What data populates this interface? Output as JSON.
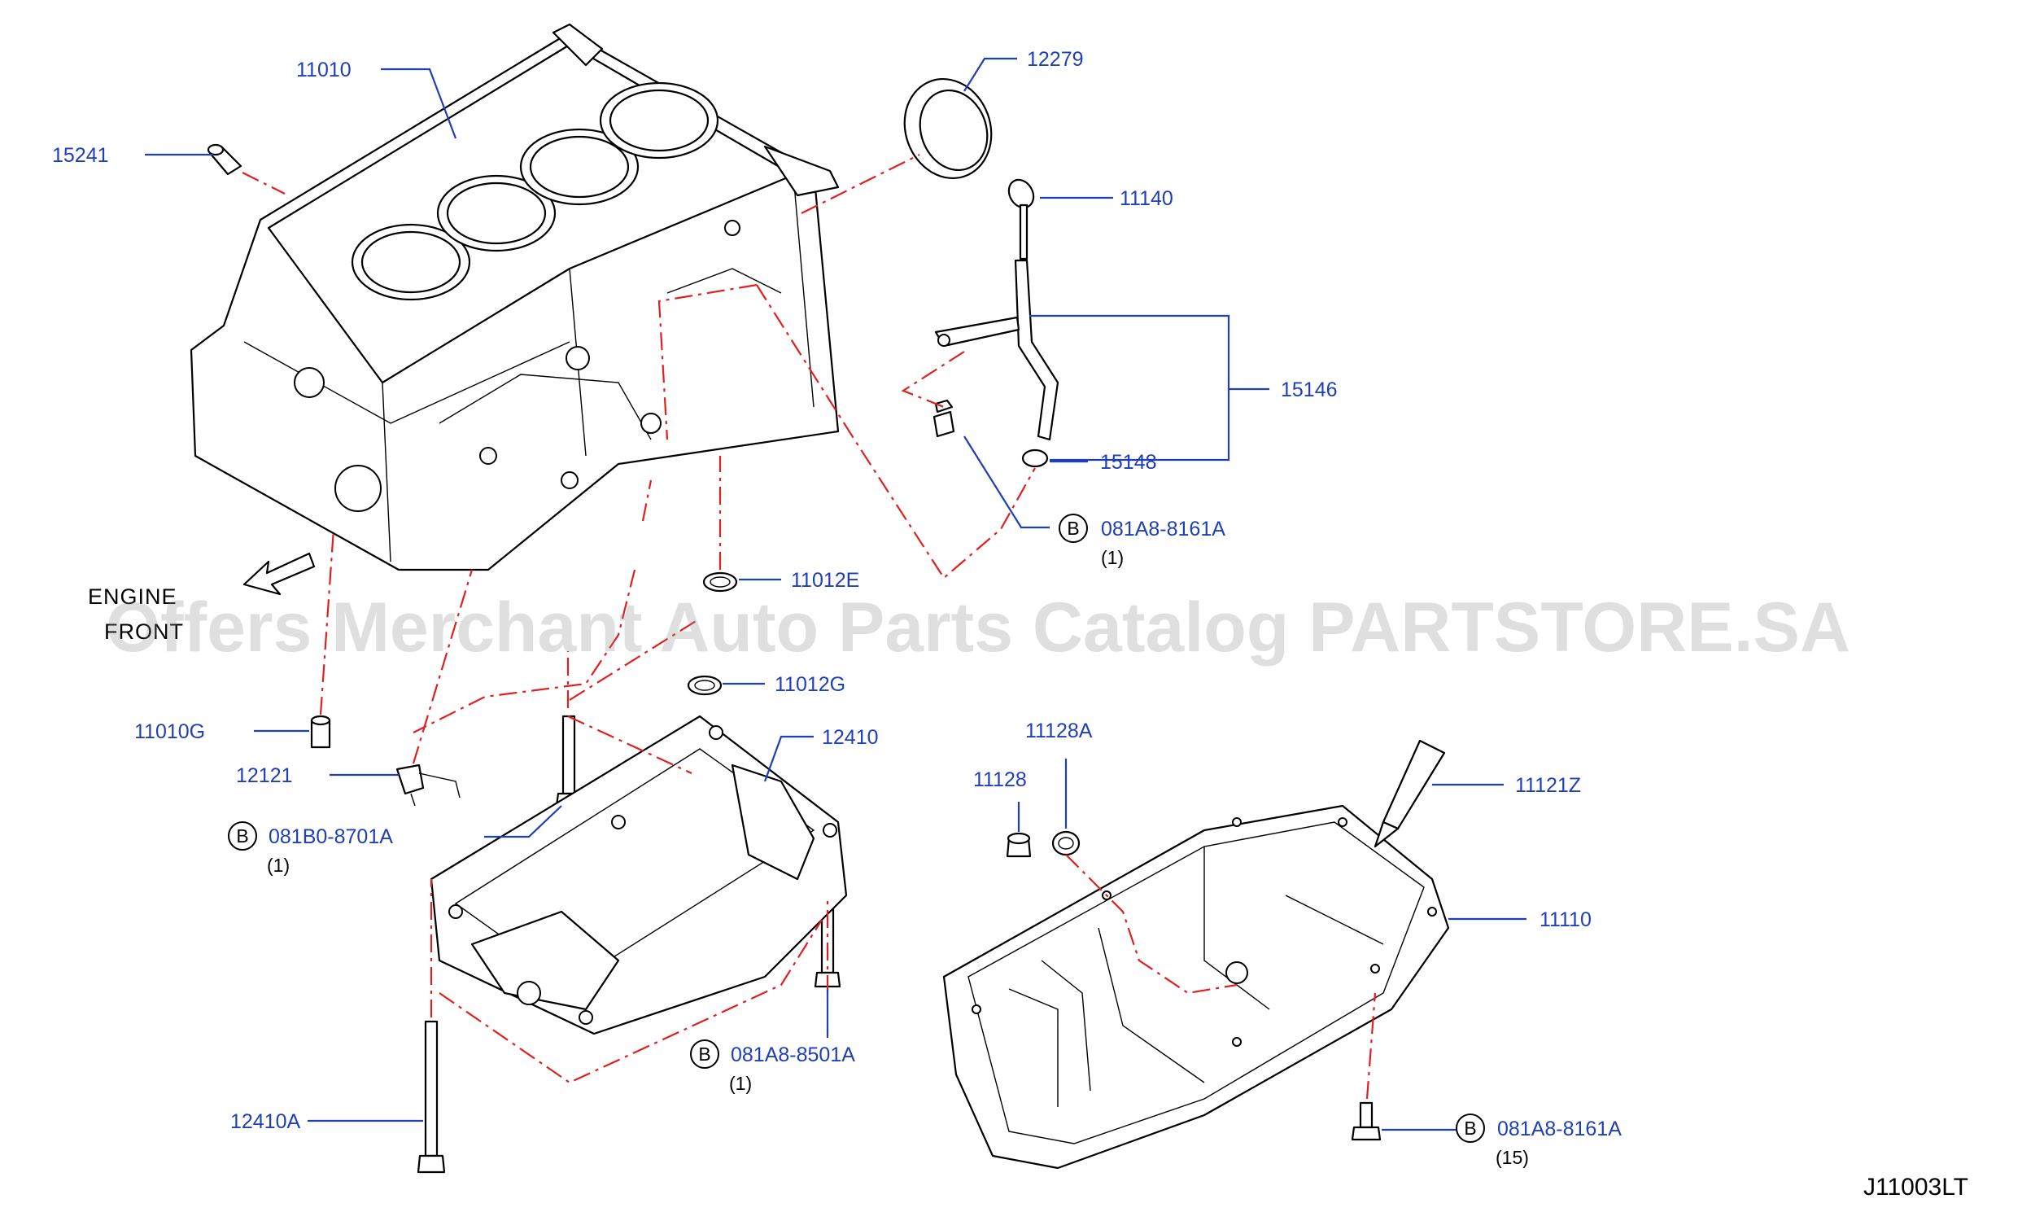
{
  "diagram": {
    "code": "J11003LT",
    "direction_label": [
      "ENGINE",
      "FRONT"
    ],
    "bolt_mark": "B",
    "watermark": "Offers Merchant Auto Parts Catalog PARTSTORE.SA",
    "callouts": [
      {
        "id": "11010",
        "label": "11010"
      },
      {
        "id": "15241",
        "label": "15241"
      },
      {
        "id": "12279",
        "label": "12279"
      },
      {
        "id": "11140",
        "label": "11140"
      },
      {
        "id": "15146",
        "label": "15146"
      },
      {
        "id": "15148",
        "label": "15148"
      },
      {
        "id": "081A8-8161A-top",
        "label": "081A8-8161A",
        "qty": "(1)"
      },
      {
        "id": "11012E",
        "label": "11012E"
      },
      {
        "id": "11012G",
        "label": "11012G"
      },
      {
        "id": "12410",
        "label": "12410"
      },
      {
        "id": "11010G",
        "label": "11010G"
      },
      {
        "id": "12121",
        "label": "12121"
      },
      {
        "id": "081B0-8701A",
        "label": "081B0-8701A",
        "qty": "(1)"
      },
      {
        "id": "081A8-8501A",
        "label": "081A8-8501A",
        "qty": "(1)"
      },
      {
        "id": "12410A",
        "label": "12410A"
      },
      {
        "id": "11128A",
        "label": "11128A"
      },
      {
        "id": "11128",
        "label": "11128"
      },
      {
        "id": "11121Z",
        "label": "11121Z"
      },
      {
        "id": "11110",
        "label": "11110"
      },
      {
        "id": "081A8-8161A-bottom",
        "label": "081A8-8161A",
        "qty": "(15)"
      }
    ]
  }
}
